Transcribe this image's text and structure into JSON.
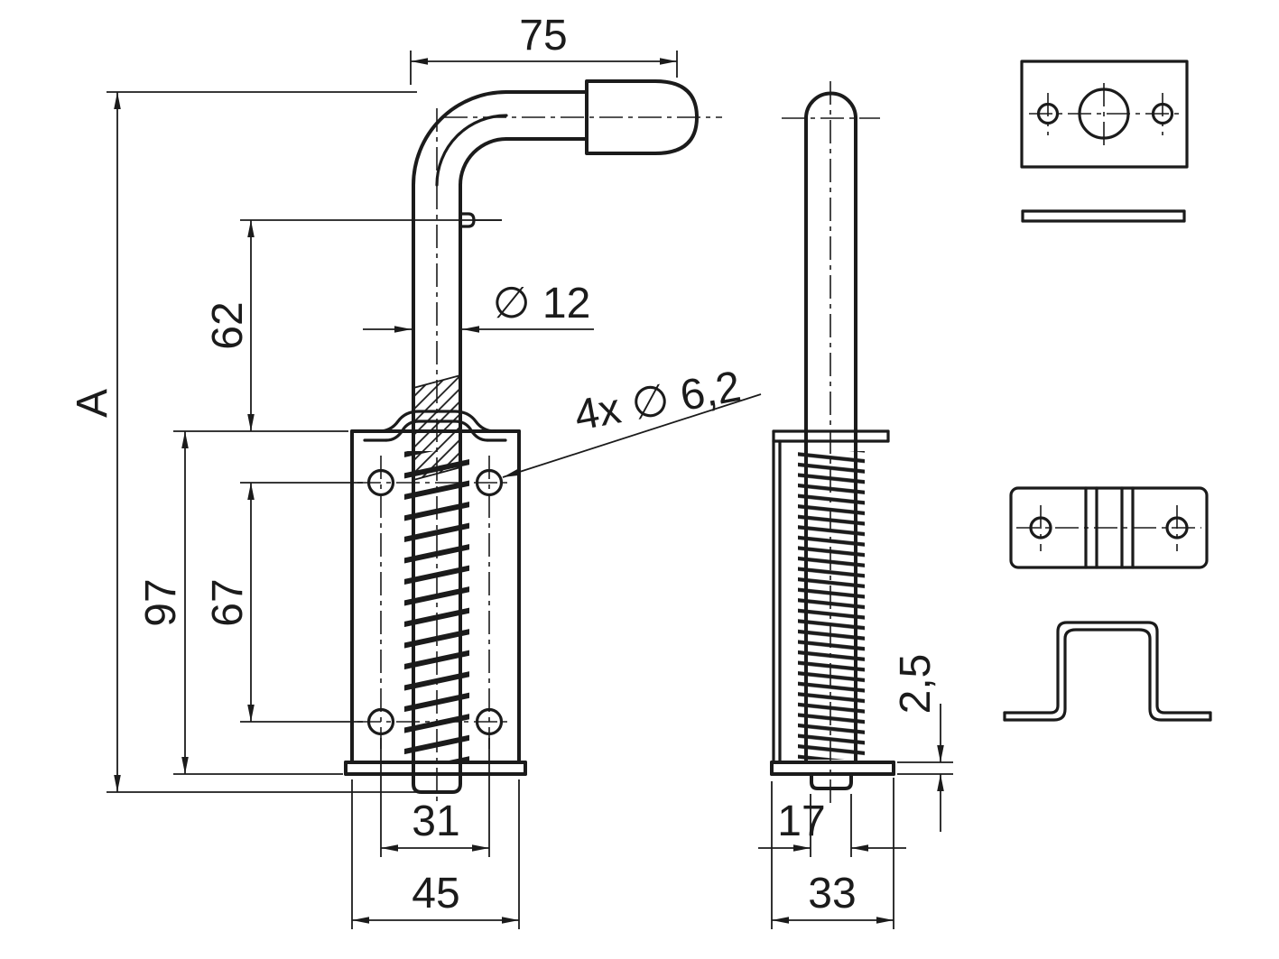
{
  "drawing": {
    "type": "technical-drawing",
    "part": "spring bolt latch",
    "accent_color": "#1b1b1b",
    "background_color": "#ffffff"
  },
  "dims": {
    "handle_length": "75",
    "upper_offset": "62",
    "overall_height": "A",
    "plate_height": "97",
    "hole_spacing_v": "67",
    "rod_diameter": "∅ 12",
    "mounting_holes": "4x ∅ 6,2",
    "hole_spacing_h": "31",
    "plate_width": "45",
    "bolt_width": "17",
    "side_depth": "33",
    "plate_thickness": "2,5"
  }
}
